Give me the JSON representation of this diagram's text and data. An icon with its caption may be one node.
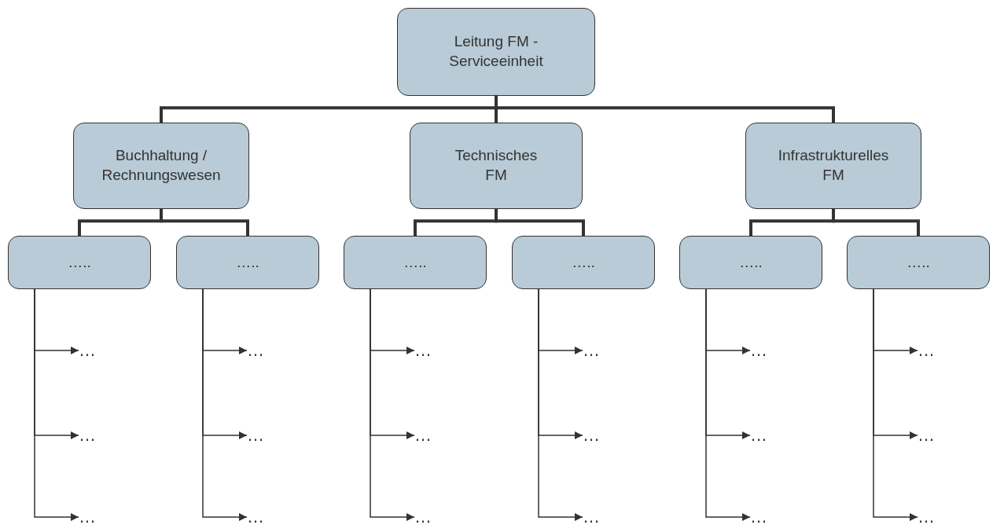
{
  "diagram": {
    "nodes": [
      {
        "text": [
          "Leitung FM -Serviceeinheit"
        ]
      },
      {
        "text": [
          "Buchhaltung / Rechnungswesen"
        ]
      },
      {
        "text": [
          "Technisches FM"
        ]
      },
      {
        "text": [
          "Infrastrukturelles FM"
        ]
      },
      {
        "text": [
          "….."
        ]
      },
      {
        "text": [
          "….."
        ]
      },
      {
        "text": [
          "….."
        ]
      },
      {
        "text": [
          "….."
        ]
      },
      {
        "text": [
          "….."
        ]
      },
      {
        "text": [
          "….."
        ]
      },
      {
        "text": [
          "…"
        ]
      },
      {
        "text": [
          "…"
        ]
      },
      {
        "text": [
          "…"
        ]
      },
      {
        "text": [
          "…"
        ]
      },
      {
        "text": [
          "…"
        ]
      },
      {
        "text": [
          "…"
        ]
      },
      {
        "text": [
          "…"
        ]
      },
      {
        "text": [
          "…"
        ]
      },
      {
        "text": [
          "…"
        ]
      },
      {
        "text": [
          "…"
        ]
      },
      {
        "text": [
          "…"
        ]
      },
      {
        "text": [
          "…"
        ]
      },
      {
        "text": [
          "…"
        ]
      },
      {
        "text": [
          "…"
        ]
      },
      {
        "text": [
          "…"
        ]
      },
      {
        "text": [
          "…"
        ]
      },
      {
        "text": [
          "…"
        ]
      },
      {
        "text": [
          "…"
        ]
      }
    ],
    "edges": [
      {
        "from": 0,
        "to": 1,
        "arrow": "none",
        "style": "thick"
      },
      {
        "from": 0,
        "to": 2,
        "arrow": "none",
        "style": "thick"
      },
      {
        "from": 0,
        "to": 3,
        "arrow": "none",
        "style": "thick"
      },
      {
        "from": 1,
        "to": 4,
        "arrow": "none",
        "style": "thick"
      },
      {
        "from": 1,
        "to": 5,
        "arrow": "none",
        "style": "thick"
      },
      {
        "from": 2,
        "to": 6,
        "arrow": "none",
        "style": "thick"
      },
      {
        "from": 2,
        "to": 7,
        "arrow": "none",
        "style": "thick"
      },
      {
        "from": 3,
        "to": 8,
        "arrow": "none",
        "style": "thick"
      },
      {
        "from": 3,
        "to": 9,
        "arrow": "none",
        "style": "thick"
      },
      {
        "from": 4,
        "to": 10,
        "arrow": "to"
      },
      {
        "from": 4,
        "to": 11,
        "arrow": "to"
      },
      {
        "from": 4,
        "to": 12,
        "arrow": "to"
      },
      {
        "from": 5,
        "to": 13,
        "arrow": "to"
      },
      {
        "from": 5,
        "to": 14,
        "arrow": "to"
      },
      {
        "from": 5,
        "to": 15,
        "arrow": "to"
      },
      {
        "from": 6,
        "to": 16,
        "arrow": "to"
      },
      {
        "from": 6,
        "to": 17,
        "arrow": "to"
      },
      {
        "from": 6,
        "to": 18,
        "arrow": "to"
      },
      {
        "from": 7,
        "to": 19,
        "arrow": "to"
      },
      {
        "from": 7,
        "to": 20,
        "arrow": "to"
      },
      {
        "from": 7,
        "to": 21,
        "arrow": "to"
      },
      {
        "from": 8,
        "to": 22,
        "arrow": "to"
      },
      {
        "from": 8,
        "to": 23,
        "arrow": "to"
      },
      {
        "from": 8,
        "to": 24,
        "arrow": "to"
      },
      {
        "from": 9,
        "to": 25,
        "arrow": "to"
      },
      {
        "from": 9,
        "to": 26,
        "arrow": "to"
      },
      {
        "from": 9,
        "to": 27,
        "arrow": "to"
      }
    ]
  }
}
